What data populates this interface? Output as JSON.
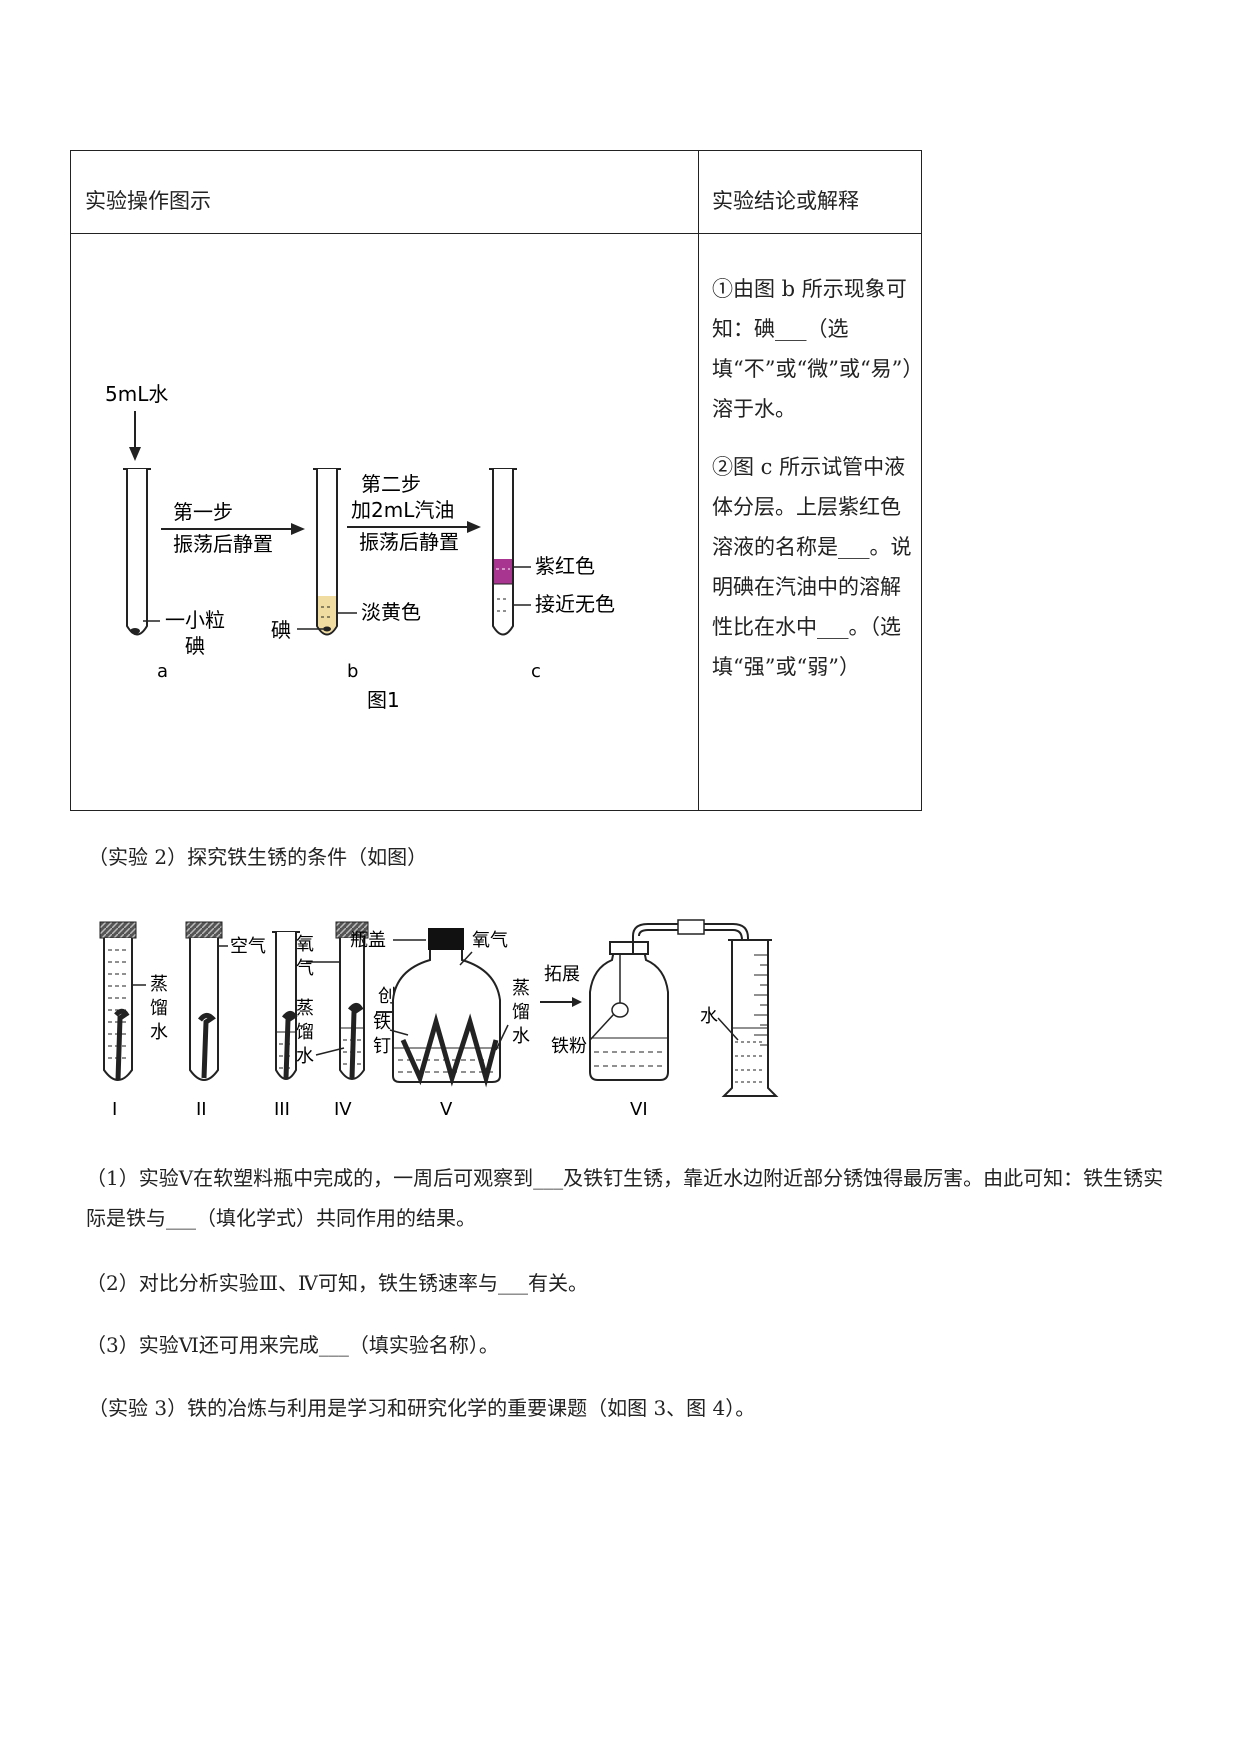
{
  "table": {
    "header_left": "实验操作图示",
    "header_right": "实验结论或解释",
    "explanation_1": "①由图 b 所示现象可知：碘___（选填“不”或“微”或“易”）溶于水。",
    "explanation_2": "②图 c 所示试管中液体分层。上层紫红色溶液的名称是___。说明碘在汽油中的溶解性比在水中___。（选填“强”或“弱”）"
  },
  "figure1": {
    "water_label": "5mL水",
    "step1_line1": "第一步",
    "step1_line2": "振荡后静置",
    "step2_line1": "第二步",
    "step2_line2": "加2mL汽油",
    "step2_line3": "振荡后静置",
    "iodine_particle_line1": "一小粒",
    "iodine_particle_line2": "碘",
    "iodine_label": "碘",
    "pale_yellow": "淡黄色",
    "purple_red": "紫红色",
    "near_colorless": "接近无色",
    "tube_a": "a",
    "tube_b": "b",
    "tube_c": "c",
    "caption": "图1",
    "colors": {
      "purple": "#a8358f",
      "pale_yellow": "#f0dca0"
    }
  },
  "experiment2": {
    "heading": "（实验 2）探究铁生锈的条件（如图）"
  },
  "figure2": {
    "distilled_1": "蒸",
    "distilled_2": "馏",
    "distilled_3": "水",
    "air": "空气",
    "oxygen_1": "氧",
    "oxygen_2": "气",
    "distilled_b1": "蒸",
    "distilled_b2": "馏",
    "distilled_b3": "水",
    "bottle_cap": "瓶盖",
    "oxygen_bottle": "氧气",
    "innovate": "创新",
    "iron_nail_1": "铁",
    "iron_nail_2": "钉",
    "distilled_c1": "蒸",
    "distilled_c2": "馏",
    "distilled_c3": "水",
    "expand": "拓展",
    "iron_powder": "铁粉",
    "water": "水",
    "label_I": "I",
    "label_II": "II",
    "label_III": "III",
    "label_IV": "IV",
    "label_V": "V",
    "label_VI": "VI"
  },
  "questions": {
    "q1": "（1）实验Ⅴ在软塑料瓶中完成的，一周后可观察到___及铁钉生锈，靠近水边附近部分锈蚀得最厉害。由此可知：铁生锈实际是铁与___（填化学式）共同作用的结果。",
    "q2": "（2）对比分析实验Ⅲ、Ⅳ可知，铁生锈速率与___有关。",
    "q3": "（3）实验Ⅵ还可用来完成___（填实验名称）。"
  },
  "experiment3": {
    "heading": "（实验 3）铁的冶炼与利用是学习和研究化学的重要课题（如图 3、图 4）。"
  }
}
